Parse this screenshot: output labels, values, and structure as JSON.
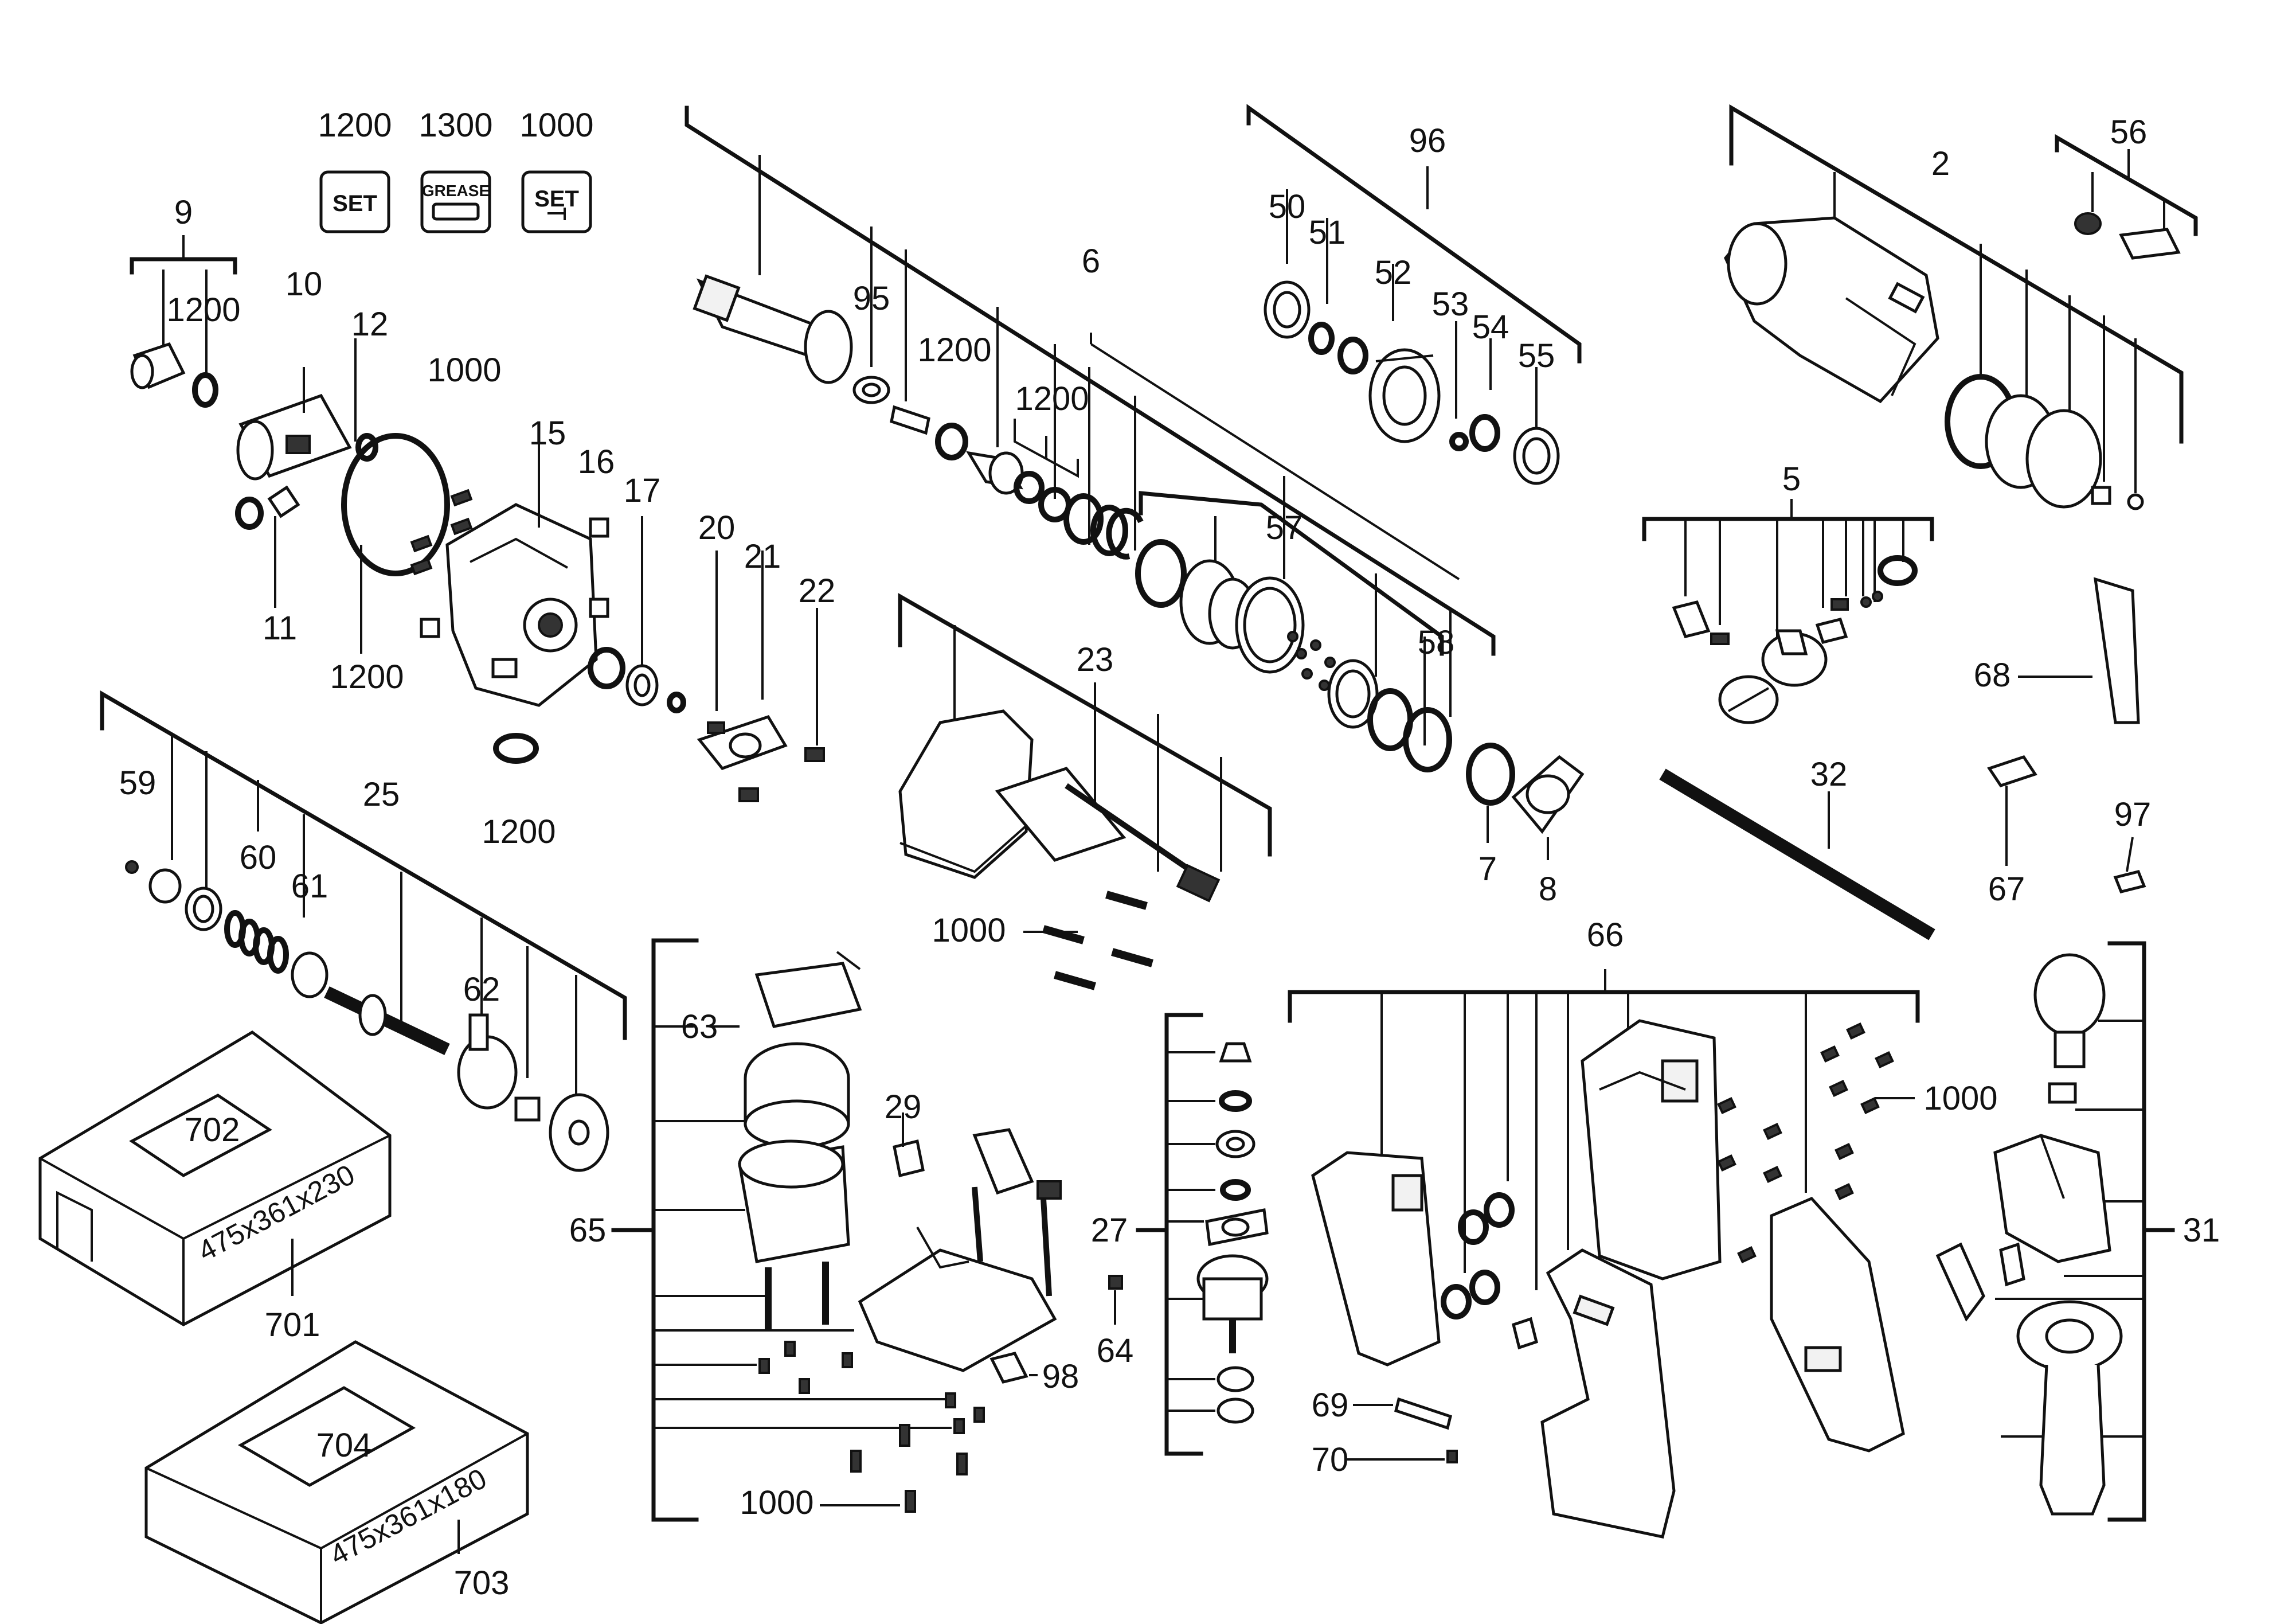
{
  "labels": {
    "l1200a": "1200",
    "l1300": "1300",
    "l1000a": "1000",
    "l9": "9",
    "l1200b": "1200",
    "l10": "10",
    "l12": "12",
    "l1000b": "1000",
    "l15": "15",
    "l16": "16",
    "l17": "17",
    "l11": "11",
    "l1200c": "1200",
    "l1200d": "1200",
    "l20": "20",
    "l21": "21",
    "l22": "22",
    "l95": "95",
    "l1200e": "1200",
    "l6": "6",
    "l1200f": "1200",
    "l57": "57",
    "l58": "58",
    "l7": "7",
    "l8": "8",
    "l96": "96",
    "l50": "50",
    "l51": "51",
    "l52": "52",
    "l53": "53",
    "l54": "54",
    "l55": "55",
    "l2": "2",
    "l56": "56",
    "l5": "5",
    "l68": "68",
    "l32": "32",
    "l67": "67",
    "l97": "97",
    "l23": "23",
    "l1000c": "1000",
    "l59": "59",
    "l25": "25",
    "l60": "60",
    "l61": "61",
    "l62": "62",
    "l702": "702",
    "l701": "701",
    "l704": "704",
    "l703": "703",
    "l63": "63",
    "l29": "29",
    "l65": "65",
    "l98": "98",
    "l1000d": "1000",
    "l27": "27",
    "l64": "64",
    "l66": "66",
    "l1000e": "1000",
    "l69": "69",
    "l70": "70",
    "l31": "31"
  },
  "badges": {
    "set1": "SET",
    "grease": "GREASE",
    "set2": "SET"
  },
  "case_dims": {
    "case1": "475x361x230",
    "case2": "475x361x180"
  }
}
